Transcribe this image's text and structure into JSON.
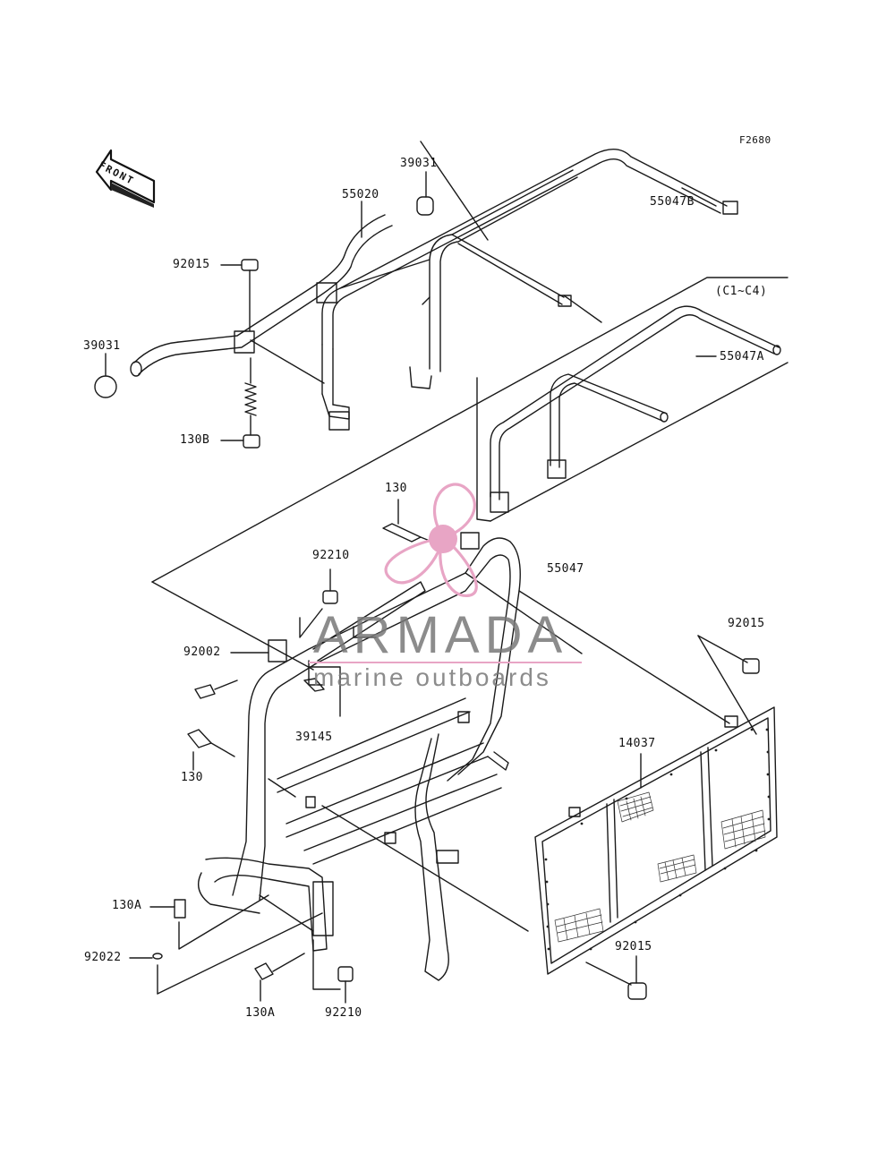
{
  "diagram": {
    "figure_code": "F2680",
    "front_label": "FRONT",
    "variant_note": "(C1~C4)",
    "parts": {
      "p39031_top": "39031",
      "p39031_left": "39031",
      "p55020": "55020",
      "p55047b": "55047B",
      "p55047a": "55047A",
      "p55047": "55047",
      "p92015_left": "92015",
      "p92015_right": "92015",
      "p92015_bottom": "92015",
      "p130b": "130B",
      "p130_top": "130",
      "p130_mid": "130",
      "p92210_top": "92210",
      "p92210_bottom": "92210",
      "p92002": "92002",
      "p39145": "39145",
      "p14037": "14037",
      "p130a_left": "130A",
      "p130a_bottom": "130A",
      "p92022": "92022"
    }
  },
  "watermark": {
    "brand": "ARMADA",
    "tagline": "marine outboards",
    "accent_color": "#e8a5c5",
    "text_color": "#808080"
  }
}
